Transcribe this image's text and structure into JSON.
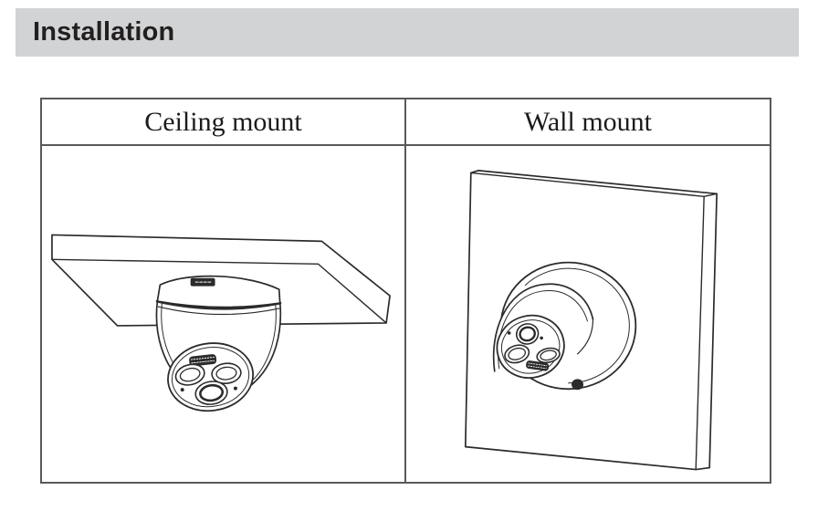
{
  "header": {
    "title": "Installation",
    "bg_color": "#d1d3d4",
    "text_color": "#231f20"
  },
  "table": {
    "border_color": "#58595b",
    "columns": [
      {
        "header": "Ceiling mount",
        "figure": "ceiling-mount-diagram"
      },
      {
        "header": "Wall mount",
        "figure": "wall-mount-diagram"
      }
    ]
  },
  "diagram": {
    "line_color": "#2b2b2b",
    "fill_color": "#ffffff"
  }
}
